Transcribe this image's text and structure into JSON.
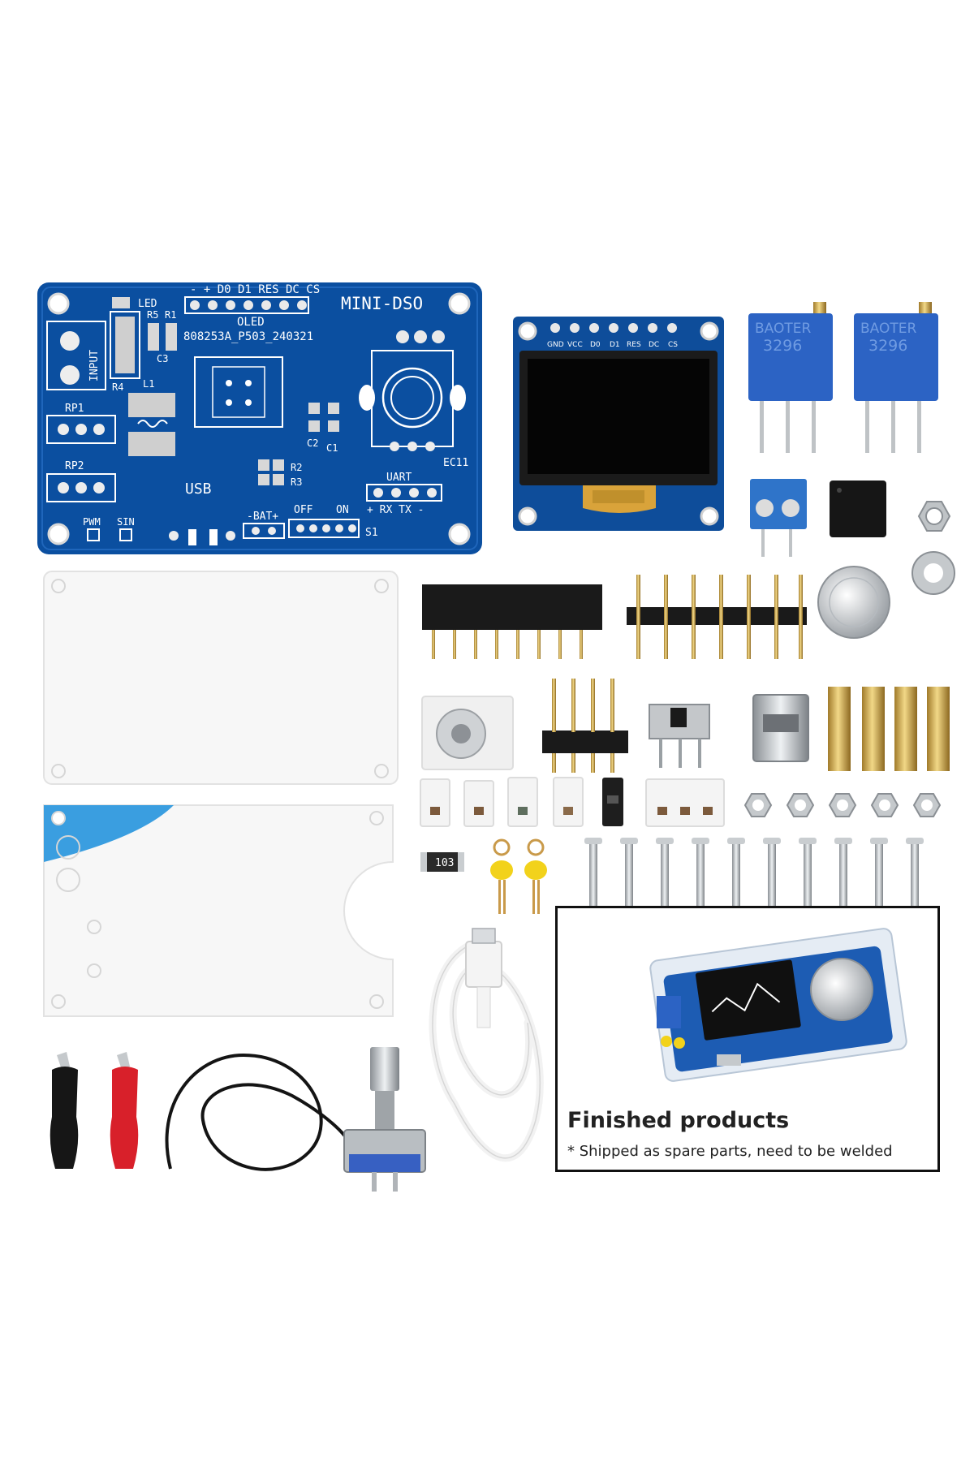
{
  "pcb": {
    "board_title": "MINI-DSO",
    "oled_label": "OLED",
    "board_code": "808253A_P503_240321",
    "oled_pins": "-  +  D0 D1 RES DC CS",
    "led_label": "LED",
    "input_label": "INPUT",
    "r5": "R5",
    "r1": "R1",
    "c3": "C3",
    "l1": "L1",
    "r4": "R4",
    "rp1": "RP1",
    "rp2": "RP2",
    "c2": "C2",
    "c1": "C1",
    "r2": "R2",
    "r3": "R3",
    "ec11": "EC11",
    "usb": "USB",
    "uart": "UART",
    "uart_pins": "+  RX TX  -",
    "off": "OFF",
    "on": "ON",
    "s1": "S1",
    "bat": "-BAT+",
    "pwm": "PWM",
    "sin": "SIN"
  },
  "oled_module": {
    "pins": [
      "GND",
      "VCC",
      "D0",
      "D1",
      "RES",
      "DC",
      "CS"
    ]
  },
  "potentiometer": {
    "brand": "BAOTER",
    "model": "3296"
  },
  "resistor": {
    "code": "103"
  },
  "finished": {
    "title": "Finished products",
    "note": "* Shipped as spare parts, need to be welded"
  },
  "colors": {
    "pcb_blue": "#0b4fa0",
    "pot_blue": "#2c63c4",
    "wire_red": "#d8202a",
    "clip_yellow": "#f2d21b"
  }
}
